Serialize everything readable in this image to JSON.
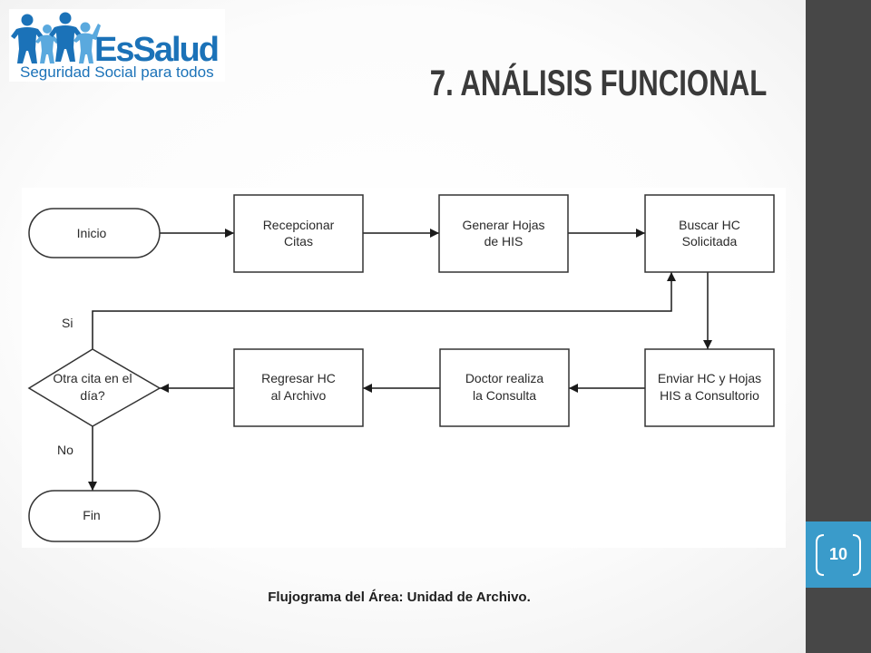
{
  "logo": {
    "brand": "EsSalud",
    "tagline": "Seguridad Social para todos"
  },
  "slide": {
    "title": "7. ANÁLISIS FUNCIONAL",
    "caption": "Flujograma del Área: Unidad de Archivo.",
    "page_number": "10"
  },
  "flowchart": {
    "nodes": [
      {
        "lines": [
          "Inicio"
        ]
      },
      {
        "lines": [
          "Recepcionar",
          "Citas"
        ]
      },
      {
        "lines": [
          "Generar Hojas",
          "de HIS"
        ]
      },
      {
        "lines": [
          "Buscar HC",
          "Solicitada"
        ]
      },
      {
        "lines": [
          "Enviar HC y Hojas",
          "HIS a Consultorio"
        ]
      },
      {
        "lines": [
          "Doctor realiza",
          "la Consulta"
        ]
      },
      {
        "lines": [
          "Regresar HC",
          "al Archivo"
        ]
      },
      {
        "lines": [
          "Otra cita en el",
          "día?"
        ]
      },
      {
        "lines": [
          "Fin"
        ]
      }
    ],
    "edge_labels": {
      "yes": "Si",
      "no": "No"
    }
  },
  "colors": {
    "sidebar": "#474747",
    "page_badge": "#3a9bca",
    "brand_blue": "#1b72b8",
    "brand_light": "#5aa9de",
    "title": "#3a3a3a"
  }
}
